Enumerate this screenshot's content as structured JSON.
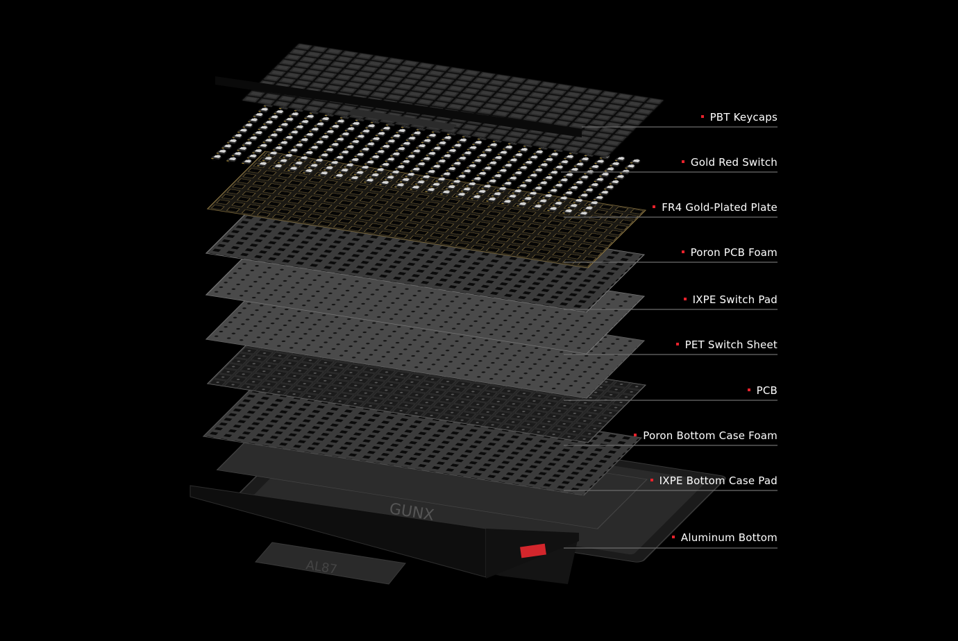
{
  "accent_color": "#e8222c",
  "layers": [
    {
      "id": "pbt-keycaps",
      "label": "PBT Keycaps"
    },
    {
      "id": "gold-red-switch",
      "label": "Gold Red Switch"
    },
    {
      "id": "fr4-gold-plated-plate",
      "label": "FR4 Gold-Plated Plate"
    },
    {
      "id": "poron-pcb-foam",
      "label": "Poron PCB Foam"
    },
    {
      "id": "ixpe-switch-pad",
      "label": "IXPE Switch Pad"
    },
    {
      "id": "pet-switch-sheet",
      "label": "PET Switch Sheet"
    },
    {
      "id": "pcb",
      "label": "PCB"
    },
    {
      "id": "poron-bottom-case-foam",
      "label": "Poron Bottom Case Foam"
    },
    {
      "id": "ixpe-bottom-case-pad",
      "label": "IXPE Bottom Case Pad"
    },
    {
      "id": "aluminum-bottom",
      "label": "Aluminum Bottom"
    }
  ],
  "case_brand": "GUNX",
  "case_model": "AL87"
}
